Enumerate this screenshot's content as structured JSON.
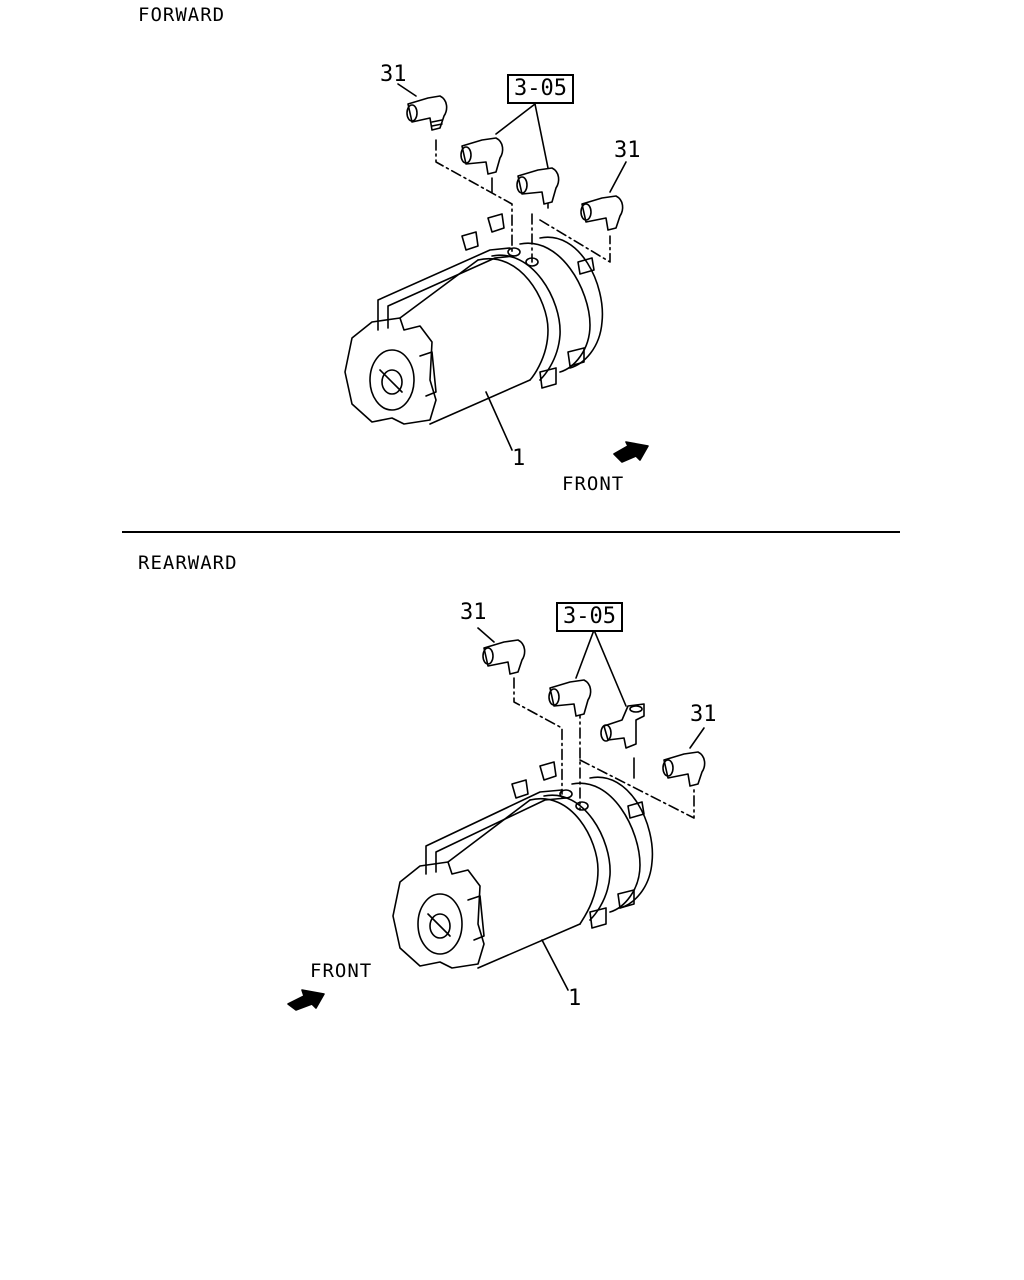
{
  "sections": {
    "forward": {
      "title": "FORWARD",
      "group_ref": "3-05",
      "part_31_left": "31",
      "part_31_right": "31",
      "part_1": "1",
      "front_label": "FRONT"
    },
    "rearward": {
      "title": "REARWARD",
      "group_ref": "3-05",
      "part_31_left": "31",
      "part_31_right": "31",
      "part_1": "1",
      "front_label": "FRONT"
    }
  },
  "colors": {
    "ink": "#000000",
    "paper": "#ffffff"
  }
}
